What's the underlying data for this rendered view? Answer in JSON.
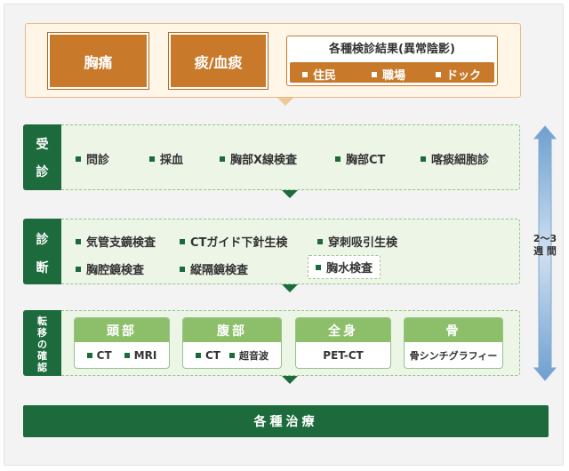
{
  "symptoms": {
    "chest_pain": "胸痛",
    "sputum": "痰/血痰",
    "result_title": "各種検診結果(異常陰影)",
    "result_items": [
      "住民",
      "職場",
      "ドック"
    ]
  },
  "stages": [
    {
      "label": [
        "受",
        "診"
      ],
      "items": [
        "問診",
        "採血",
        "胸部X線検査",
        "胸部CT",
        "喀痰細胞診"
      ]
    },
    {
      "label": [
        "診",
        "断"
      ],
      "items": [
        "気管支鏡検査",
        "CTガイド下針生検",
        "穿刺吸引生検",
        "胸腔鏡検査",
        "縦隔鏡検査",
        "胸水検査"
      ]
    },
    {
      "label": [
        "転",
        "移",
        "の",
        "確",
        "認"
      ]
    }
  ],
  "metastasis": [
    {
      "title": "頭部",
      "items": [
        "CT",
        "MRI"
      ]
    },
    {
      "title": "腹部",
      "items": [
        "CT",
        "超音波"
      ]
    },
    {
      "title": "全身",
      "text": "PET-CT"
    },
    {
      "title": "骨",
      "text": "骨シンチグラフィー"
    }
  ],
  "treatment": "各種治療",
  "duration": {
    "line1": "2〜3",
    "line2": "週 間"
  },
  "colors": {
    "orange": "#c8792a",
    "green": "#1d6b3c",
    "light_green": "#8dbf6a"
  }
}
